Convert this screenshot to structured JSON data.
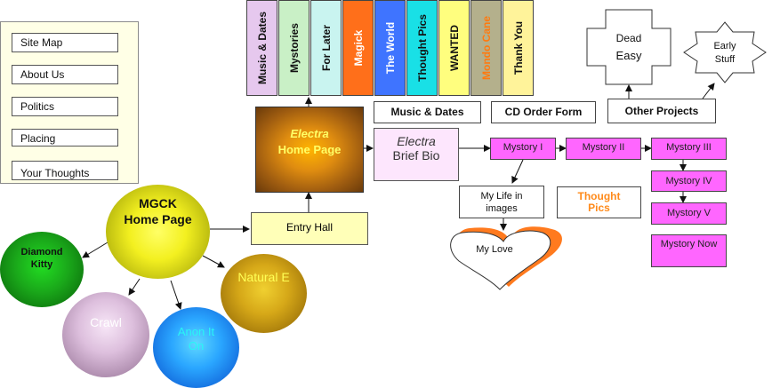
{
  "nav": {
    "items": [
      {
        "label": "Site Map"
      },
      {
        "label": "About Us"
      },
      {
        "label": "Politics"
      },
      {
        "label": "Placing"
      },
      {
        "label": "Your Thoughts"
      }
    ]
  },
  "columns": [
    {
      "label": "Music & Dates",
      "color": "#e6c8ee"
    },
    {
      "label": "Mystories",
      "color": "#c9f0c6"
    },
    {
      "label": "For Later",
      "color": "#c9f4f0"
    },
    {
      "label": "Magick",
      "color": "#ff6f1a"
    },
    {
      "label": "The World",
      "color": "#3f74ff"
    },
    {
      "label": "Thought Pics",
      "color": "#19e0e6"
    },
    {
      "label": "WANTED",
      "color": "#fffe7e"
    },
    {
      "label": "Mondo Cane",
      "color": "#b4b08c"
    },
    {
      "label": "Thank You",
      "color": "#fff39a"
    }
  ],
  "shapes": {
    "dead_easy": {
      "line1": "Dead",
      "line2": "Easy"
    },
    "early_stuff": {
      "line1": "Early",
      "line2": "Stuff"
    }
  },
  "labels": {
    "music_dates": "Music & Dates",
    "cd_order": "CD Order Form",
    "other_projects": "Other Projects",
    "electra_title": "Electra",
    "electra_sub": "Home Page",
    "bio_title": "Electra",
    "bio_sub": "Brief Bio",
    "entry_hall": "Entry Hall",
    "my_life_1": "My Life in",
    "my_life_2": "images",
    "thought_pics": "Thought Pics",
    "my_love": "My Love"
  },
  "mysteries": {
    "m1": "Mystory I",
    "m2": "Mystory II",
    "m3": "Mystory III",
    "m4": "Mystory IV",
    "m5": "Mystory V",
    "now": "Mystory Now"
  },
  "bubbles": {
    "mgck": "MGCK Home Page",
    "diamond": "Diamond Kitty",
    "crawl": "Crawl",
    "anon": "Anon It On",
    "natural": "Natural E"
  }
}
